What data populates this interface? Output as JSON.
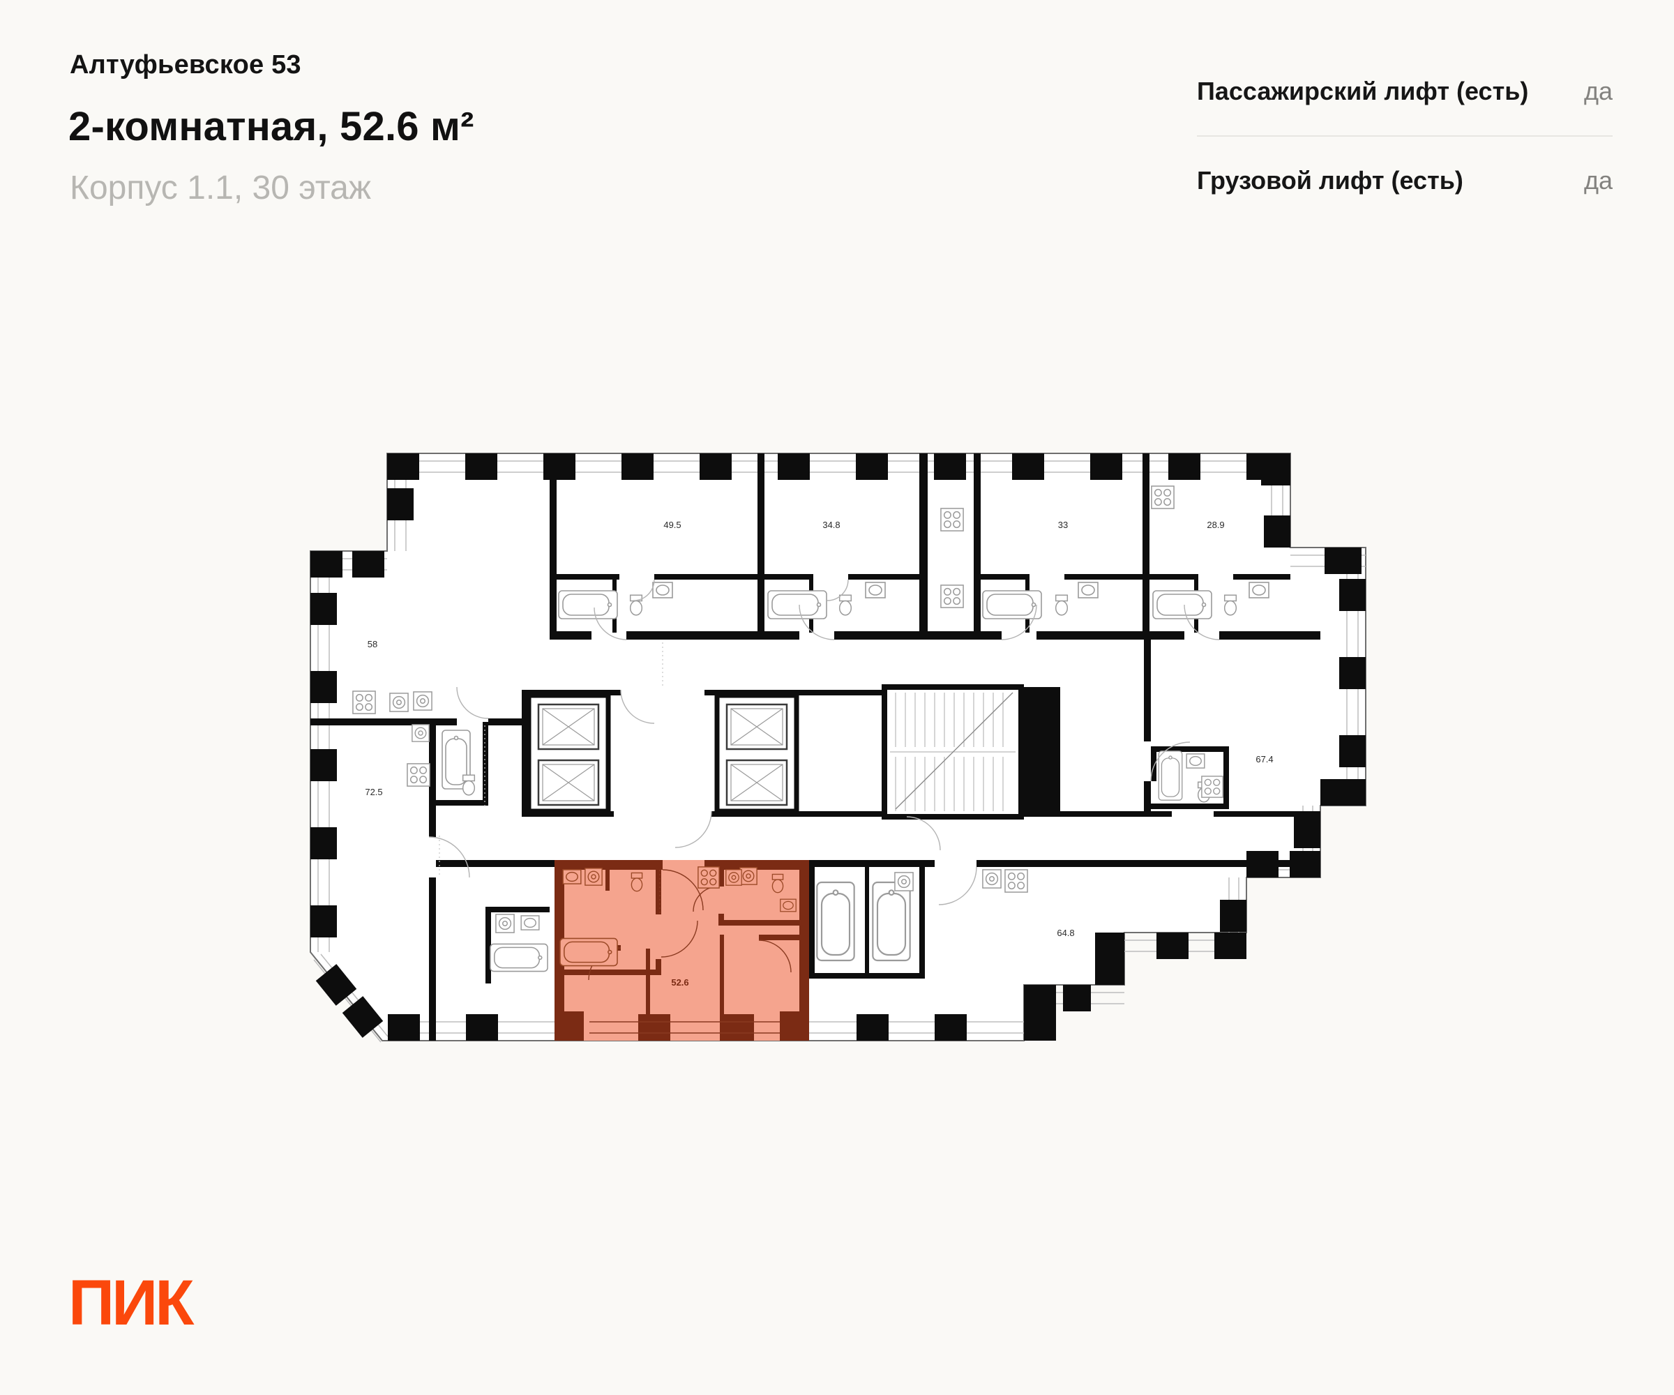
{
  "header": {
    "project": "Алтуфьевское 53",
    "title": "2-комнатная, 52.6 м²",
    "subtitle": "Корпус 1.1, 30 этаж"
  },
  "lifts": [
    {
      "label": "Пассажирский лифт (есть)",
      "value": "да"
    },
    {
      "label": "Грузовой лифт (есть)",
      "value": "да"
    }
  ],
  "logo": {
    "text": "ПИК"
  },
  "plan": {
    "highlighted": {
      "label": "52.6"
    },
    "area_labels": [
      {
        "text": "49.5"
      },
      {
        "text": "34.8"
      },
      {
        "text": "33"
      },
      {
        "text": "28.9"
      },
      {
        "text": "58"
      },
      {
        "text": "72.5"
      },
      {
        "text": "67.4"
      },
      {
        "text": "64.8"
      }
    ]
  },
  "colors": {
    "accent": "#fb480c",
    "highlight_fill": "#f5a48e",
    "highlight_wall": "#7b2b14",
    "wall": "#0d0d0d",
    "muted_text": "#b7b6b2",
    "value_text": "#83827f",
    "background": "#faf9f6"
  }
}
